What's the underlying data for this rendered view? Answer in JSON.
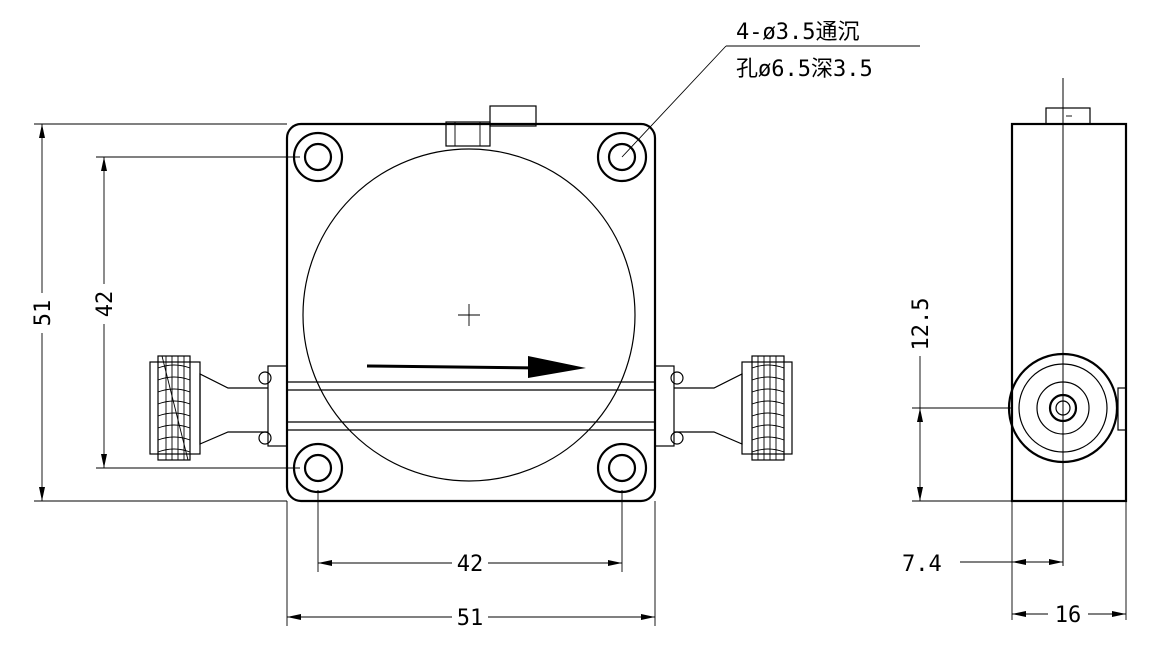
{
  "callout": {
    "line1": "4-ø3.5通沉",
    "line2": "孔ø6.5深3.5"
  },
  "dimensions": {
    "front_overall_height": "51",
    "front_hole_spacing_vertical": "42",
    "front_hole_spacing_horizontal": "42",
    "front_overall_width": "51",
    "side_connector_height": "12.5",
    "side_connector_offset": "7.4",
    "side_width": "16"
  },
  "colors": {
    "line": "#000000",
    "background": "#ffffff"
  }
}
